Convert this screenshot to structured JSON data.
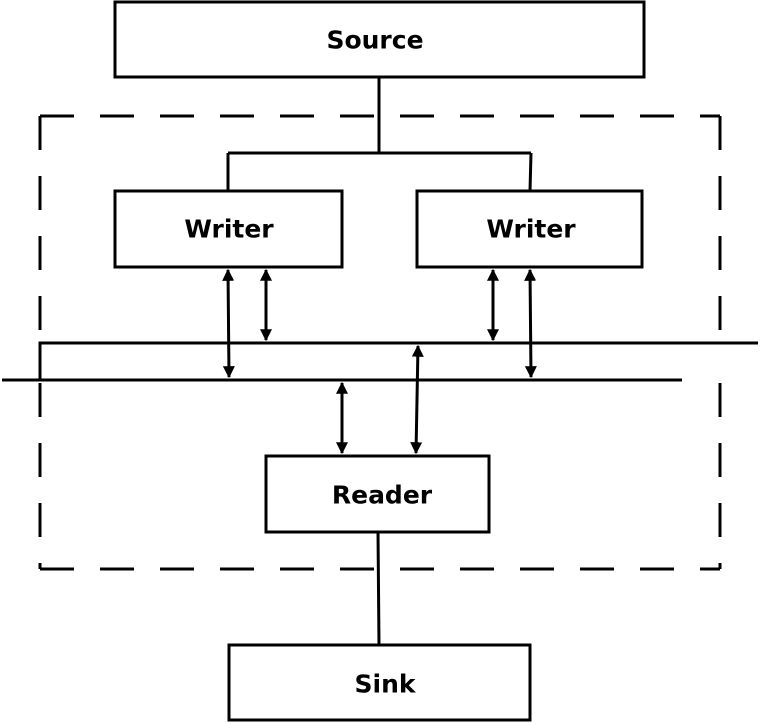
{
  "nodes": {
    "source": "Source",
    "writer_left": "Writer",
    "writer_right": "Writer",
    "reader": "Reader",
    "sink": "Sink"
  },
  "colors": {
    "stroke": "#000000",
    "background": "#ffffff"
  }
}
